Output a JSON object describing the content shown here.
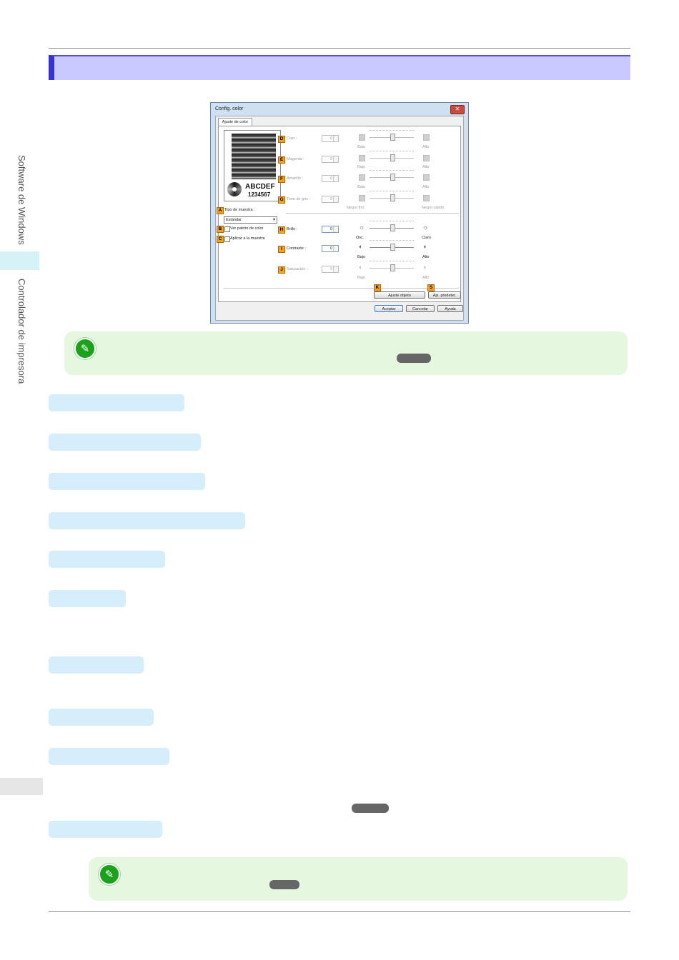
{
  "side": {
    "section1": "Software de Windows",
    "section2": "Controlador de impresora"
  },
  "dialog": {
    "title": "Config. color",
    "close": "✕",
    "tab": "Ajuste de color",
    "preview_line1": "ABCDEF",
    "preview_line2": "1234567",
    "badges": [
      "A",
      "B",
      "C",
      "D",
      "E",
      "F",
      "G",
      "H",
      "I",
      "J",
      "K",
      "S"
    ],
    "sample_type_label": "Tipo de muestra :",
    "sample_type_value": "Estándar",
    "show_pattern": "Ver patrón de color",
    "apply_sample": "Aplicar a la muestra",
    "rows": {
      "cyan": "Cian :",
      "magenta": "Magenta :",
      "yellow": "Amarillo :",
      "gray": "Tono de gris :",
      "brightness": "Brillo :",
      "contrast": "Contraste :",
      "saturation": "Saturación :"
    },
    "spin_value": "0",
    "low": "Bajo",
    "high": "Alto",
    "cold_black": "Negro frío",
    "warm_black": "Negro cálido",
    "dark": "Osc.",
    "light": "Claro",
    "object_adjust": "Ajuste objeto",
    "defaults": "Ajs. predeter.",
    "ok": "Aceptar",
    "cancel": "Cancelar",
    "help": "Ayuda"
  },
  "icons": {
    "note": "pencil-note-icon",
    "sun": "☼",
    "contrast_a": "◐",
    "contrast_b": "◑"
  }
}
